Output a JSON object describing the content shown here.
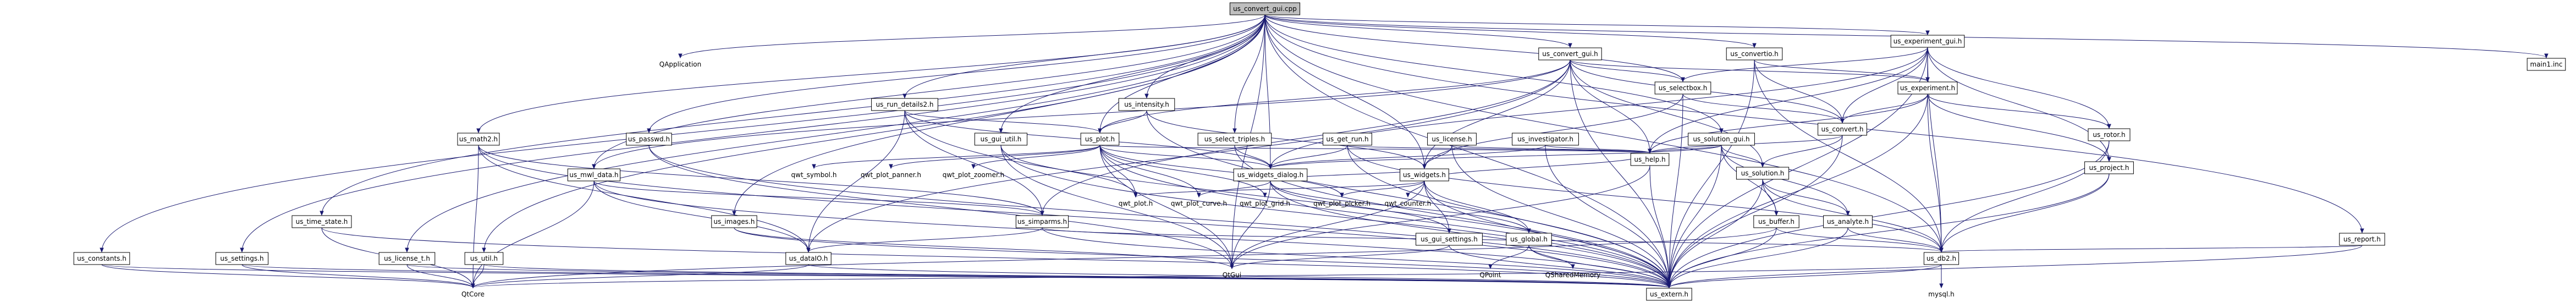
{
  "root": "us_convert_gui.cpp",
  "nodes": {
    "root": "us_convert_gui.cpp",
    "qapplication": "QApplication",
    "constants": "us_constants.h",
    "settings": "us_settings.h",
    "license_t": "us_license_t.h",
    "util": "us_util.h",
    "time_state": "us_time_state.h",
    "math2": "us_math2.h",
    "mwl_data": "us_mwl_data.h",
    "images": "us_images.h",
    "passwd": "us_passwd.h",
    "run_details2": "us_run_details2.h",
    "plot": "us_plot.h",
    "gui_util": "us_gui_util.h",
    "intensity": "us_intensity.h",
    "select_triples": "us_select_triples.h",
    "convert_gui_h": "us_convert_gui.h",
    "get_run": "us_get_run.h",
    "license": "us_license.h",
    "investigator": "us_investigator.h",
    "selectbox": "us_selectbox.h",
    "convertio": "us_convertio.h",
    "experiment_gui": "us_experiment_gui.h",
    "experiment": "us_experiment.h",
    "convert": "us_convert.h",
    "rotor": "us_rotor.h",
    "project": "us_project.h",
    "solution_gui": "us_solution_gui.h",
    "solution": "us_solution.h",
    "buffer": "us_buffer.h",
    "analyte": "us_analyte.h",
    "db2": "us_db2.h",
    "mysql": "mysql.h",
    "report": "us_report.h",
    "main1": "main1.inc",
    "help": "us_help.h",
    "widgets_dialog": "us_widgets_dialog.h",
    "widgets": "us_widgets.h",
    "simparams": "us_simparms.h",
    "dataio": "us_dataIO.h",
    "qwt_symbol": "qwt_symbol.h",
    "qwt_plot_panner": "qwt_plot_panner.h",
    "qwt_plot_zoomer": "qwt_plot_zoomer.h",
    "qwt_plot": "qwt_plot.h",
    "qwt_plot_curve": "qwt_plot_curve.h",
    "qwt_plot_grid": "qwt_plot_grid.h",
    "qwt_plot_picker": "qwt_plot_picker.h",
    "qwt_counter": "qwt_counter.h",
    "gui_settings": "us_gui_settings.h",
    "global": "us_global.h",
    "qpoint": "QPoint",
    "qsharedmemory": "QSharedMemory",
    "qtgui": "QtGui",
    "qtcore": "QtCore",
    "extern": "us_extern.h"
  },
  "colors": {
    "edge": "#191970",
    "root_fill": "#bfbfbf",
    "node_fill": "#ffffff",
    "node_border": "#000000"
  }
}
